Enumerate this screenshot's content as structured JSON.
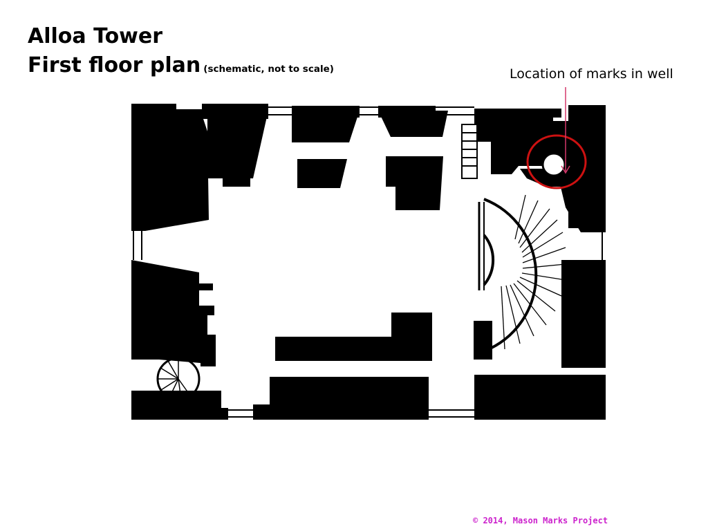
{
  "title": {
    "line1": "Alloa Tower",
    "line2": "First floor plan",
    "qualifier": "(schematic, not to scale)"
  },
  "callout": {
    "label": "Location of marks in well"
  },
  "footer": {
    "copyright": "© 2014, Mason Marks Project"
  },
  "colors": {
    "walls": "#000000",
    "highlight": "#cc1111",
    "arrow": "#d4386b",
    "copyright": "#cc22cc"
  }
}
